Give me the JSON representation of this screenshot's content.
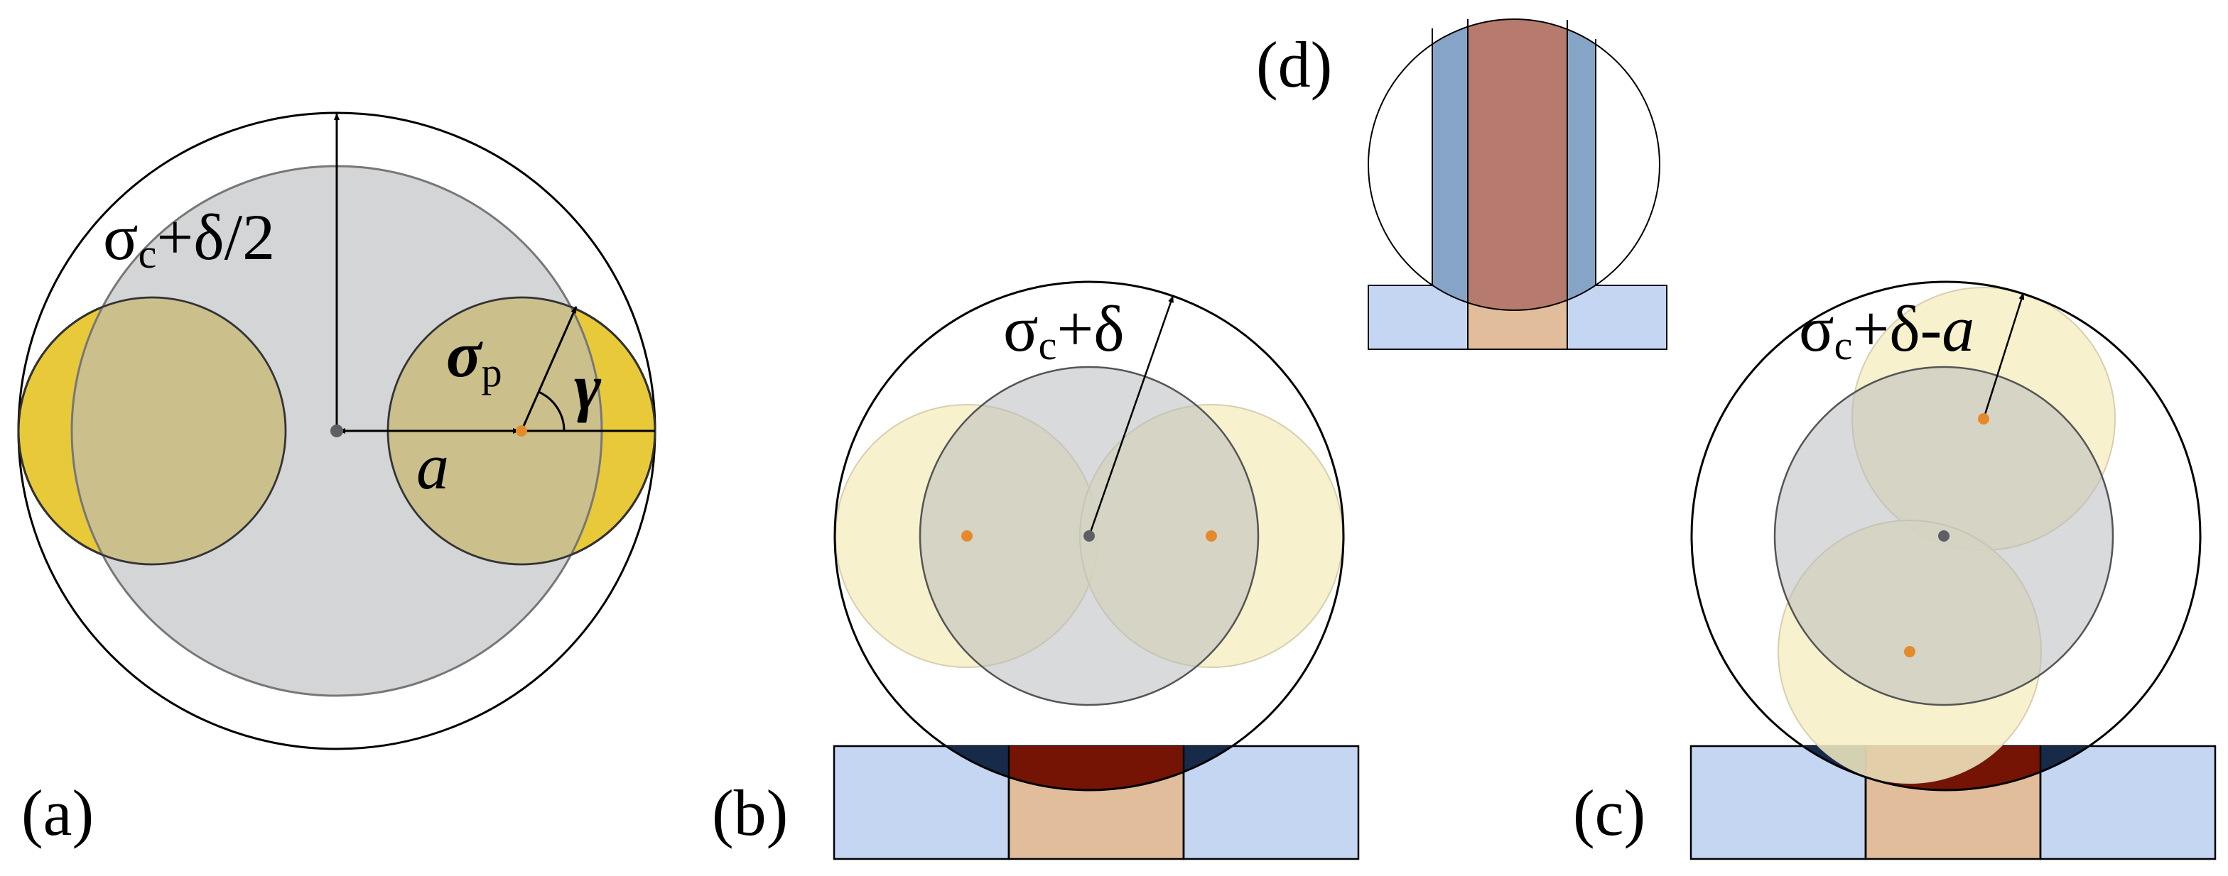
{
  "panels": {
    "a": {
      "label": "(a)",
      "sigma_c_delta_half": {
        "sigma": "σ",
        "sub": "c",
        "rest": "+δ/2"
      },
      "sigma_p": {
        "sigma": "σ",
        "sub": "p"
      },
      "gamma": "γ",
      "a": "a"
    },
    "b": {
      "label": "(b)",
      "sigma_c_delta": {
        "sigma": "σ",
        "sub": "c",
        "rest": "+δ"
      }
    },
    "c": {
      "label": "(c)",
      "sigma_c_delta_a": {
        "sigma": "σ",
        "sub": "c",
        "rest": "+δ-",
        "italic": "a"
      }
    },
    "d": {
      "label": "(d)"
    }
  },
  "colors": {
    "core_gray": "#c7c9cb",
    "patch_yellow": "#e8c93a",
    "patch_yellow_light": "#f6efc5",
    "surface_blue": "#c5d6f3",
    "surface_tan": "#e1bd9b",
    "overlap_dark_red": "#751405",
    "overlap_navy": "#172a4a",
    "d_column_blue": "#86a5c6",
    "d_column_red": "#b67a6e",
    "orange_dot": "#e58a2b",
    "center_dot": "#5e5e66"
  }
}
